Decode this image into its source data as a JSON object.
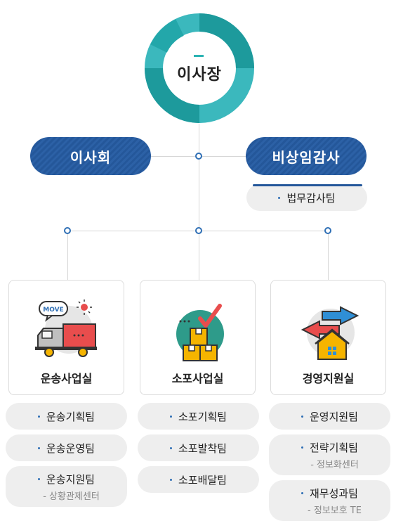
{
  "top": {
    "title": "이사장"
  },
  "left_box": {
    "label": "이사회"
  },
  "right_box": {
    "label": "비상임감사"
  },
  "audit_team": {
    "label": "법무감사팀"
  },
  "move_badge": "MOVE",
  "departments": [
    {
      "name": "운송사업실",
      "icon": "moving-truck-icon",
      "teams": [
        {
          "label": "운송기획팀"
        },
        {
          "label": "운송운영팀"
        },
        {
          "label": "운송지원팀",
          "sub": "- 상황관제센터"
        }
      ]
    },
    {
      "name": "소포사업실",
      "icon": "parcel-boxes-icon",
      "teams": [
        {
          "label": "소포기획팀"
        },
        {
          "label": "소포발착팀"
        },
        {
          "label": "소포배달팀"
        }
      ]
    },
    {
      "name": "경영지원실",
      "icon": "house-arrows-icon",
      "teams": [
        {
          "label": "운영지원팀"
        },
        {
          "label": "전략기획팀",
          "sub": "- 정보화센터"
        },
        {
          "label": "재무성과팀",
          "sub": "- 정보보호 TE"
        }
      ]
    }
  ],
  "colors": {
    "ring_teal": "#3bb8bd",
    "ring_dark": "#1d9a9c",
    "navy": "#24579a",
    "accent_blue": "#2f6fb5",
    "pill_gray": "#eeeeee"
  }
}
